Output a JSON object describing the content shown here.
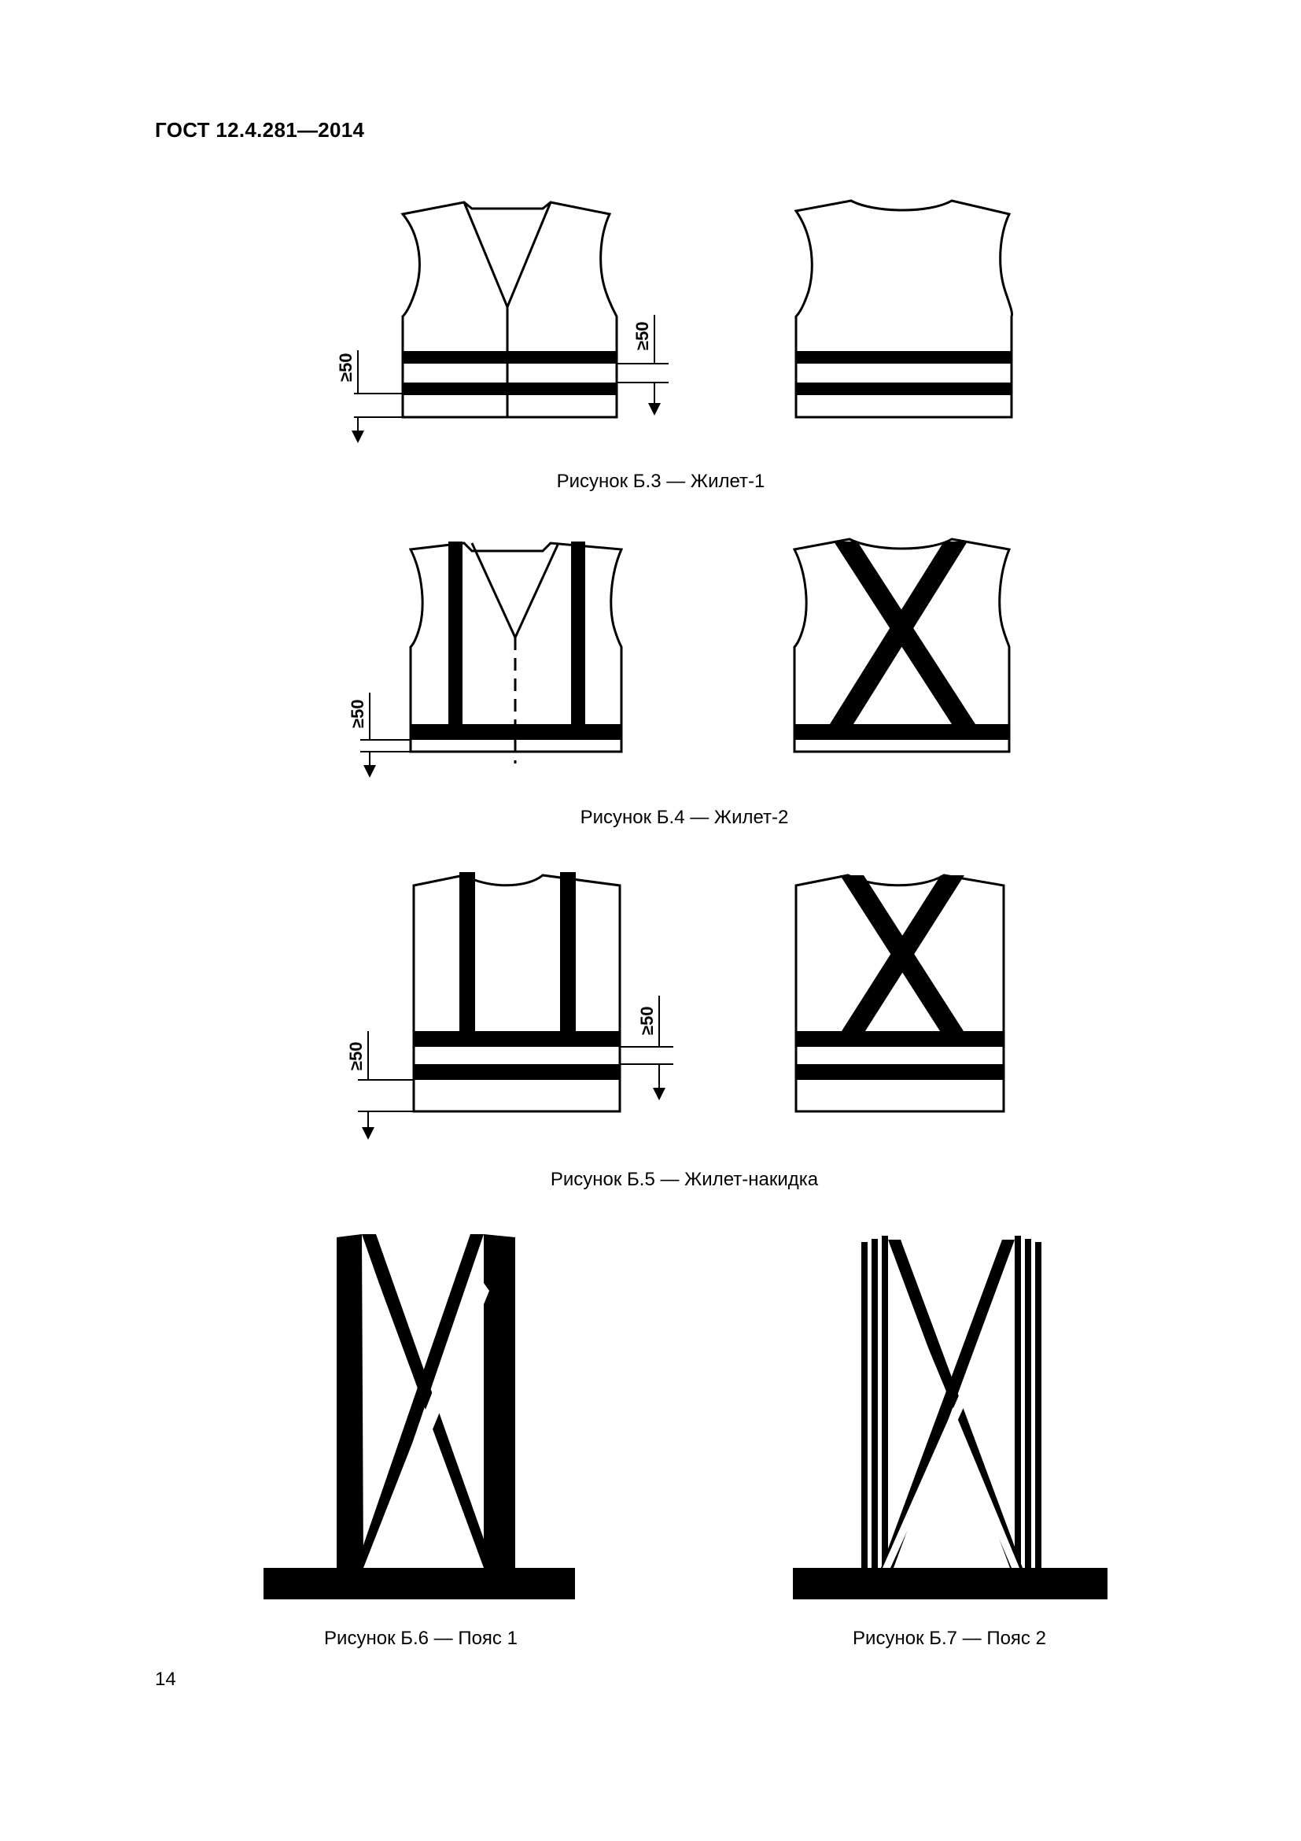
{
  "header": {
    "code": "ГОСТ 12.4.281—2014"
  },
  "figures": [
    {
      "caption": "Рисунок Б.3 — Жилет-1"
    },
    {
      "caption": "Рисунок Б.4 — Жилет-2"
    },
    {
      "caption": "Рисунок Б.5 — Жилет-накидка"
    },
    {
      "caption": "Рисунок Б.6 — Пояс 1"
    },
    {
      "caption": "Рисунок Б.7 — Пояс 2"
    }
  ],
  "dimension_label": "≥50",
  "page_number": "14"
}
